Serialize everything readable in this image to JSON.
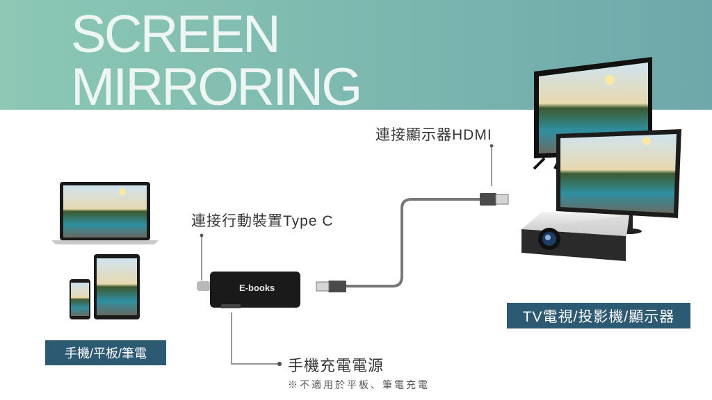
{
  "title": {
    "line1": "SCREEN",
    "line2": "MIRRORING"
  },
  "labels": {
    "hdmi": "連接顯示器HDMI",
    "typec": "連接行動裝置Type C",
    "power": "手機充電電源",
    "note": "※不適用於平板、筆電充電"
  },
  "badges": {
    "devices": "手機/平板/筆電",
    "displays": "TV電視/投影機/顯示器"
  },
  "device": {
    "brand": "E-books"
  },
  "colors": {
    "banner": "#7fbab0",
    "badge": "#2d5a73",
    "title": "#eef6f3"
  }
}
